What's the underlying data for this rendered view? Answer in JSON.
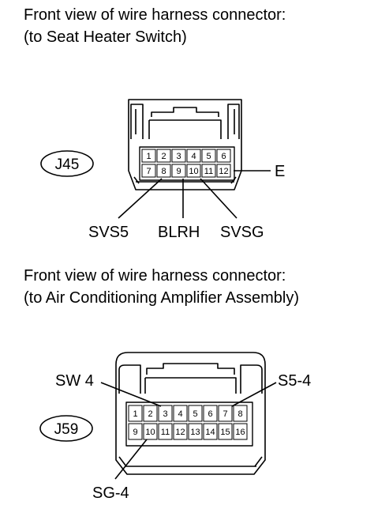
{
  "j45": {
    "title_line1": "Front view of wire harness connector:",
    "title_line2": "(to Seat Heater Switch)",
    "badge": "J45",
    "pins_row1": [
      "1",
      "2",
      "3",
      "4",
      "5",
      "6"
    ],
    "pins_row2": [
      "7",
      "8",
      "9",
      "10",
      "11",
      "12"
    ],
    "labels": {
      "svs5": "SVS5",
      "blrh": "BLRH",
      "svsg": "SVSG",
      "e": "E"
    }
  },
  "j59": {
    "title_line1": "Front view of wire harness connector:",
    "title_line2": "(to Air Conditioning Amplifier Assembly)",
    "badge": "J59",
    "pins_row1": [
      "1",
      "2",
      "3",
      "4",
      "5",
      "6",
      "7",
      "8"
    ],
    "pins_row2": [
      "9",
      "10",
      "11",
      "12",
      "13",
      "14",
      "15",
      "16"
    ],
    "labels": {
      "sw4": "SW 4",
      "s54": "S5-4",
      "sg4": "SG-4"
    }
  }
}
